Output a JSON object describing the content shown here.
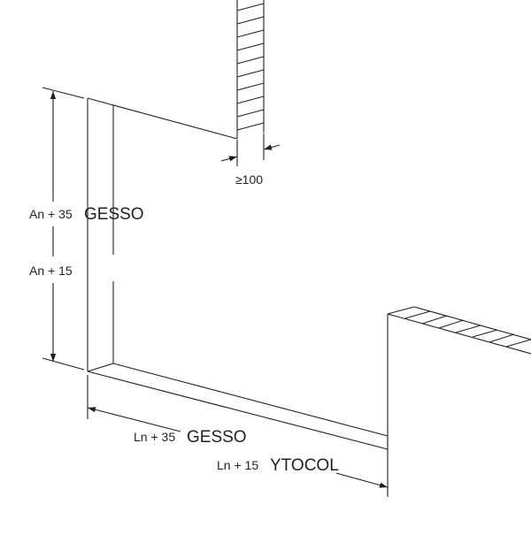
{
  "labels": {
    "gap_min": "≥100",
    "height_plaster_prefix": "An + 35",
    "height_plaster_material": "GESSO",
    "height_tile": "An + 15",
    "length_plaster_prefix": "Ln + 35",
    "length_plaster_material": "GESSO",
    "length_tile_prefix": "Ln + 15",
    "length_tile_material": "YTOCOL"
  }
}
